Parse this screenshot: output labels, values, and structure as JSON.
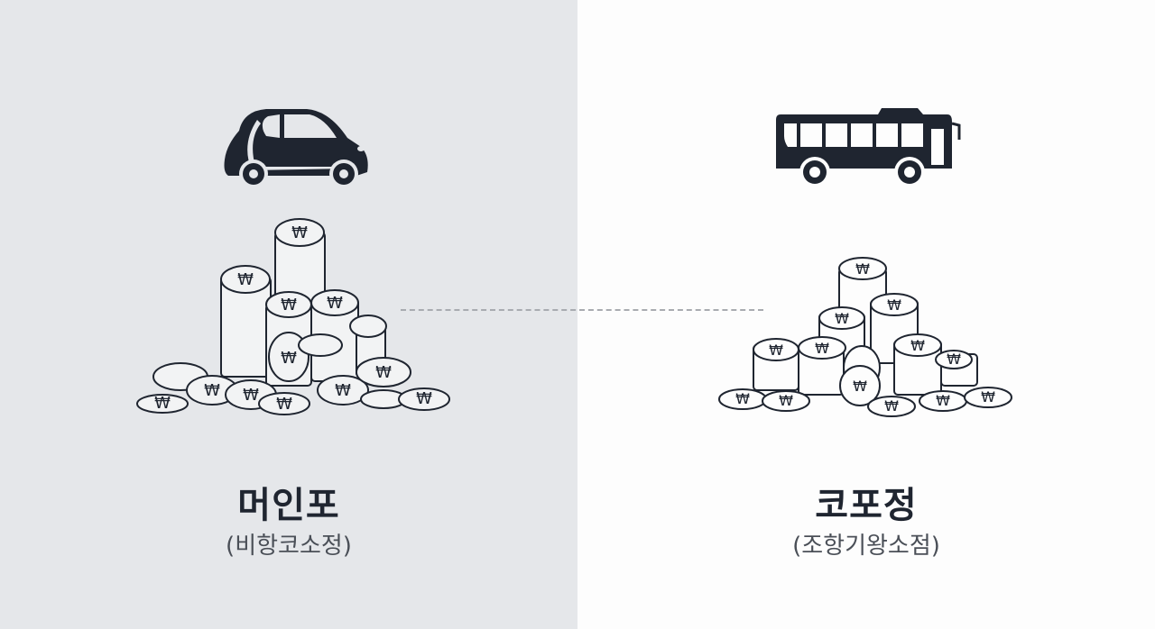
{
  "left": {
    "vehicle": "car",
    "title": "머인포",
    "subtitle": "(비항코소정)",
    "background": "#e5e7ea",
    "coin_pile_size": "large"
  },
  "right": {
    "vehicle": "bus",
    "title": "코포정",
    "subtitle": "(조항기왕소점)",
    "background": "#fdfdfd",
    "coin_pile_size": "small"
  },
  "coin_symbol": "₩",
  "colors": {
    "icon": "#1f2530",
    "dashed_line": "#a8abb0"
  }
}
